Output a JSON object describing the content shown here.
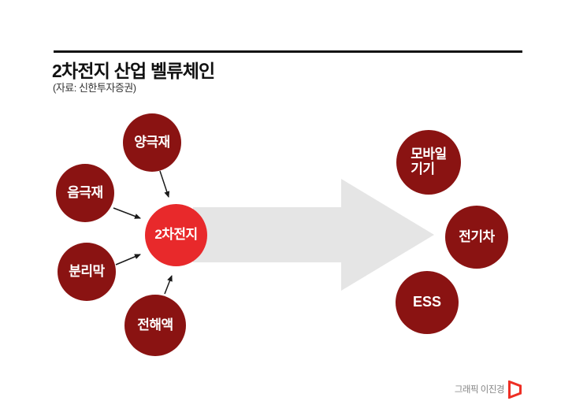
{
  "header": {
    "title": "2차전지 산업 벨류체인",
    "source": "(자료: 신한투자증권)"
  },
  "diagram": {
    "center_node": {
      "label": "2차전지"
    },
    "input_nodes": [
      {
        "label": "양극재"
      },
      {
        "label": "음극재"
      },
      {
        "label": "분리막"
      },
      {
        "label": "전해액"
      }
    ],
    "output_nodes": [
      {
        "lines": [
          "모바일",
          "기기"
        ]
      },
      {
        "label": "전기차"
      },
      {
        "label": "ESS"
      }
    ]
  },
  "footer": {
    "credit": "그래픽 이진경"
  },
  "colors": {
    "node_dark": "#8a1312",
    "node_accent": "#e8292b",
    "flow_arrow": "#e5e5e5",
    "connector": "#1a1a1a",
    "title_text": "#111111",
    "credit_text": "#848484",
    "logo_red": "#ee2e24"
  }
}
